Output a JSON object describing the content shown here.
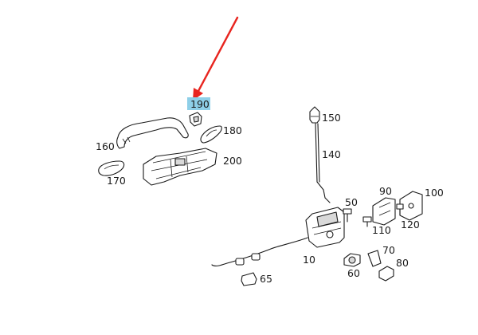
{
  "labels": {
    "p10": "10",
    "p50": "50",
    "p60": "60",
    "p65": "65",
    "p70": "70",
    "p80": "80",
    "p90": "90",
    "p100": "100",
    "p110": "110",
    "p120": "120",
    "p140": "140",
    "p150": "150",
    "p160": "160",
    "p170": "170",
    "p180": "180",
    "p190": "190",
    "p200": "200"
  },
  "highlighted_part": "190",
  "colors": {
    "arrow": "#e8251f",
    "highlight": "#8ecfe8",
    "line": "#1a1a1a"
  }
}
